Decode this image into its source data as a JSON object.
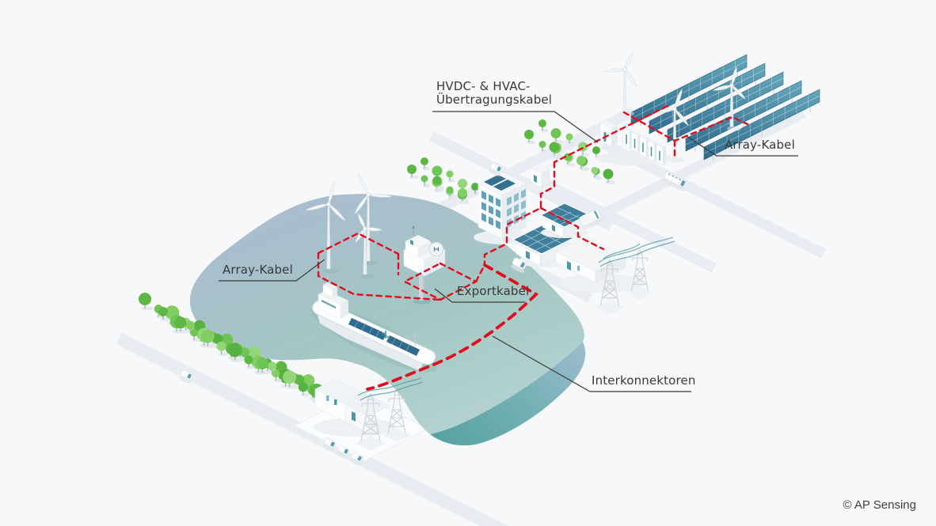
{
  "labels": {
    "hvdc_line1": "HVDC- & HVAC-",
    "hvdc_line2": "Übertragungskabel",
    "array_kabel_top": "Array-Kabel",
    "array_kabel_left": "Array-Kabel",
    "exportkabel": "Exportkabel",
    "interkonnektoren": "Interkonnektoren"
  },
  "copyright": "© AP Sensing",
  "colors": {
    "background": "#f7f8f9",
    "cable_red": "#e30b1c",
    "sea_blue_top": "#a9bdcf",
    "sea_teal": "#a4c6c3",
    "sea_edge_teal": "#58a2a2",
    "tree_green": "#67bd4a",
    "solar_panel_blue": "#3f7f9b",
    "structure_teal": "#4f98a5",
    "label_text": "#39393a",
    "leader_line": "#3b3b3a",
    "road": "#e9ecf3"
  },
  "scene": {
    "elements": [
      {
        "name": "offshore-wind-turbines",
        "count": 3
      },
      {
        "name": "offshore-substation-platform",
        "icon": "helipad-icon"
      },
      {
        "name": "cargo-ship"
      },
      {
        "name": "onshore-wind-turbines",
        "count": 3
      },
      {
        "name": "solar-farm",
        "rows": 5
      },
      {
        "name": "battery-storage"
      },
      {
        "name": "city-district"
      },
      {
        "name": "transmission-substation"
      },
      {
        "name": "onshore-converter-station"
      },
      {
        "name": "sea"
      },
      {
        "name": "tree-clusters"
      }
    ]
  }
}
